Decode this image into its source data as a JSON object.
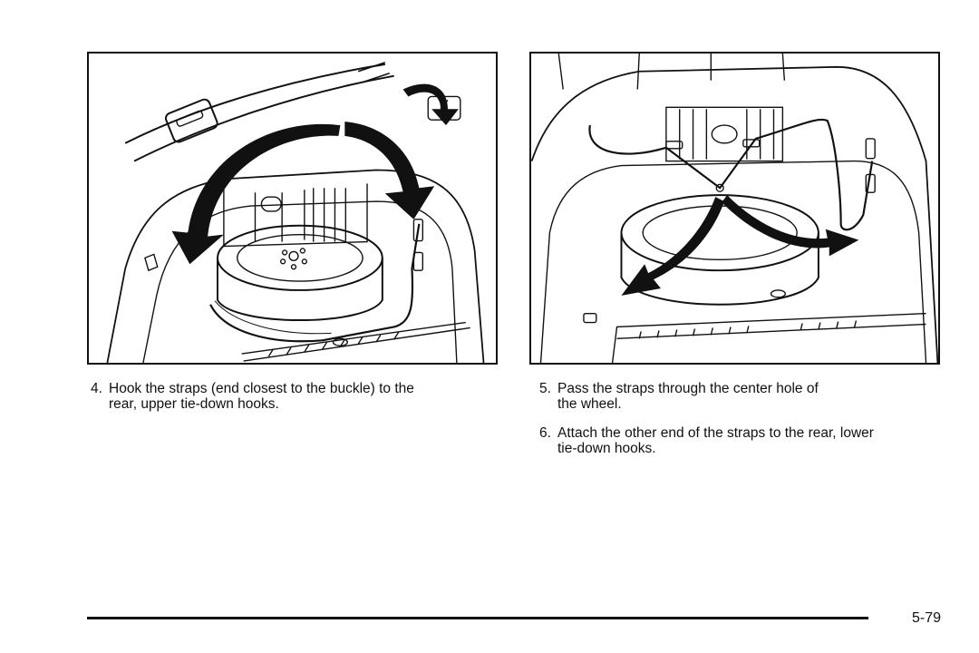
{
  "steps": [
    {
      "number": "4.",
      "text": "Hook the straps (end closest to the buckle) to the",
      "text2": "rear, upper tie-down hooks."
    },
    {
      "number": "5.",
      "text": "Pass the straps through the center hole of",
      "text2": "the wheel."
    },
    {
      "number": "6.",
      "text": "Attach the other end of the straps to the rear, lower",
      "text2": "tie-down hooks."
    }
  ],
  "page_number": "5-79"
}
